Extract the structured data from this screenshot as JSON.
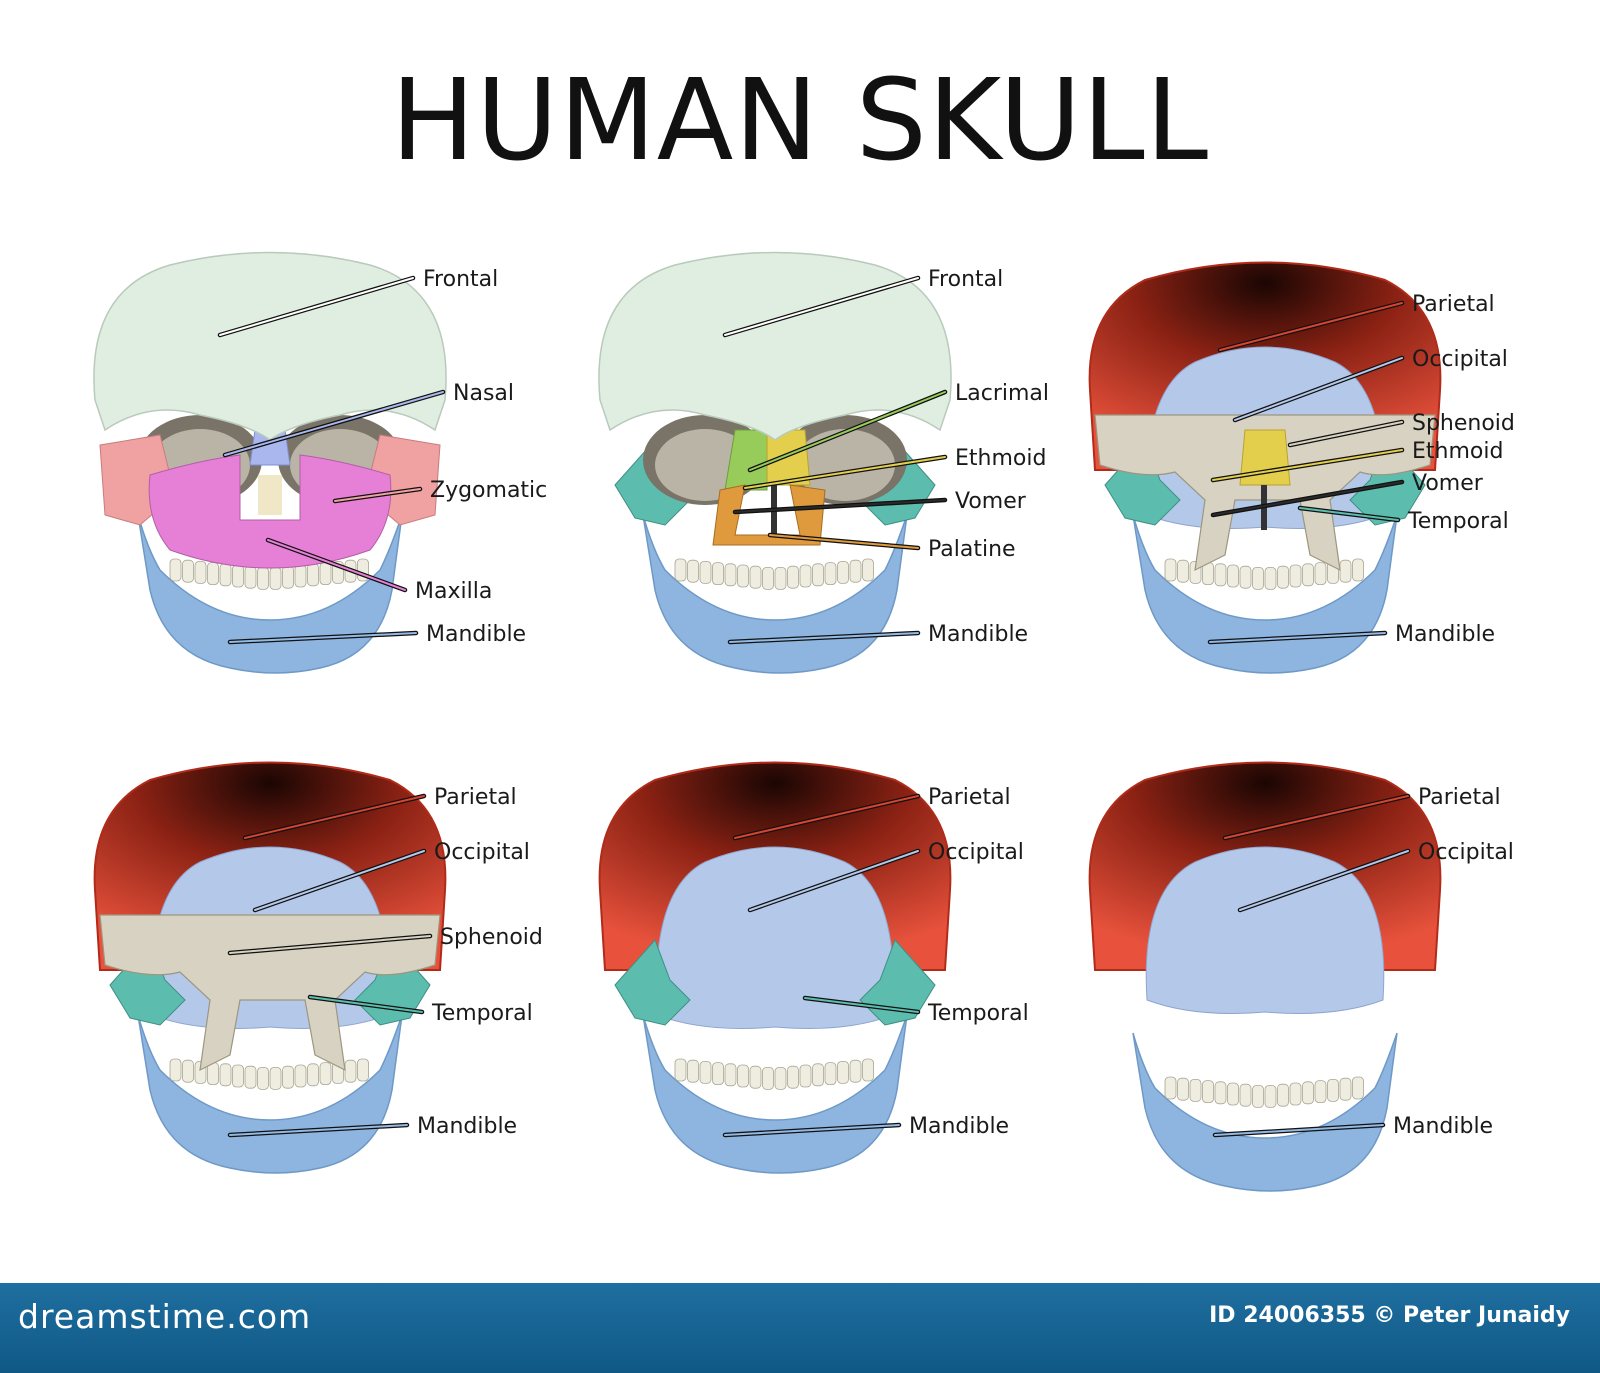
{
  "title": "HUMAN SKULL",
  "colors": {
    "frontal": "#dfeee0",
    "nasal": "#a9b7ee",
    "zygomatic": "#f0a2a2",
    "maxilla": "#e67fd6",
    "mandible": "#8db5df",
    "lacrimal": "#98cc5a",
    "ethmoid": "#e4cf4c",
    "vomer": "#2a2a2a",
    "palatine": "#e09a3e",
    "parietal": "#d9432f",
    "occipital": "#b4c8ea",
    "sphenoid": "#d8d2c2",
    "temporal": "#5cbdae",
    "teeth": "#efece0",
    "footer_bg": "#15649a"
  },
  "panels": [
    {
      "view": "full",
      "labels": [
        {
          "text": "Frontal",
          "bone": "frontal"
        },
        {
          "text": "Nasal",
          "bone": "nasal"
        },
        {
          "text": "Zygomatic",
          "bone": "zygomatic"
        },
        {
          "text": "Maxilla",
          "bone": "maxilla"
        },
        {
          "text": "Mandible",
          "bone": "mandible"
        }
      ]
    },
    {
      "view": "no-face",
      "labels": [
        {
          "text": "Frontal",
          "bone": "frontal"
        },
        {
          "text": "Lacrimal",
          "bone": "lacrimal"
        },
        {
          "text": "Ethmoid",
          "bone": "ethmoid"
        },
        {
          "text": "Vomer",
          "bone": "vomer"
        },
        {
          "text": "Palatine",
          "bone": "palatine"
        },
        {
          "text": "Mandible",
          "bone": "mandible"
        }
      ]
    },
    {
      "view": "no-frontal",
      "labels": [
        {
          "text": "Parietal",
          "bone": "parietal"
        },
        {
          "text": "Occipital",
          "bone": "occipital"
        },
        {
          "text": "Sphenoid",
          "bone": "sphenoid"
        },
        {
          "text": "Ethmoid",
          "bone": "ethmoid"
        },
        {
          "text": "Vomer",
          "bone": "vomer"
        },
        {
          "text": "Temporal",
          "bone": "temporal"
        },
        {
          "text": "Mandible",
          "bone": "mandible"
        }
      ]
    },
    {
      "view": "sphenoid",
      "labels": [
        {
          "text": "Parietal",
          "bone": "parietal"
        },
        {
          "text": "Occipital",
          "bone": "occipital"
        },
        {
          "text": "Sphenoid",
          "bone": "sphenoid"
        },
        {
          "text": "Temporal",
          "bone": "temporal"
        },
        {
          "text": "Mandible",
          "bone": "mandible"
        }
      ]
    },
    {
      "view": "temporal",
      "labels": [
        {
          "text": "Parietal",
          "bone": "parietal"
        },
        {
          "text": "Occipital",
          "bone": "occipital"
        },
        {
          "text": "Temporal",
          "bone": "temporal"
        },
        {
          "text": "Mandible",
          "bone": "mandible"
        }
      ]
    },
    {
      "view": "vault",
      "labels": [
        {
          "text": "Parietal",
          "bone": "parietal"
        },
        {
          "text": "Occipital",
          "bone": "occipital"
        },
        {
          "text": "Mandible",
          "bone": "mandible"
        }
      ]
    }
  ],
  "footer": {
    "site": "dreamstime.com",
    "id": "ID 24006355 © Peter Junaidy"
  }
}
